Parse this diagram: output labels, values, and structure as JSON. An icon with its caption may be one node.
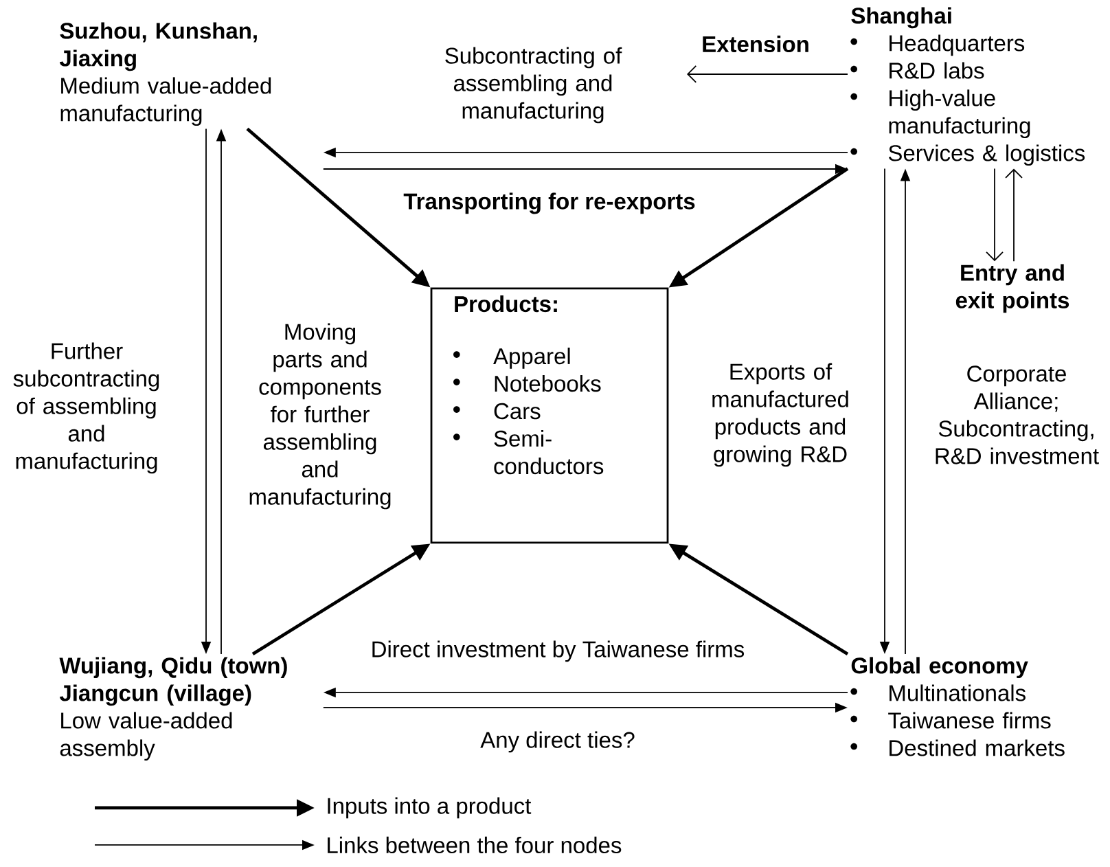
{
  "diagram": {
    "nodes": [
      {
        "text": [
          "Suzhou, Kunshan, Jiaxing",
          "Medium value-added manufacturing"
        ]
      },
      {
        "text": [
          "Shanghai",
          "Headquarters",
          "R&D labs",
          "High-value manufacturing",
          "Services & logistics"
        ]
      },
      {
        "text": [
          "Products:",
          "Apparel",
          "Notebooks",
          "Cars",
          "Semi-conductors"
        ]
      },
      {
        "text": [
          "Wujiang, Qidu (town) Jiangcun (village)",
          "Low value-added assembly"
        ]
      },
      {
        "text": [
          "Global economy",
          "Multinationals",
          "Taiwanese firms",
          "Destined markets"
        ]
      },
      {
        "text": [
          "Entry and exit points"
        ]
      }
    ],
    "edges": [
      {
        "from": 1,
        "to": 0,
        "arrow": "to",
        "label": "Subcontracting of assembling and manufacturing"
      },
      {
        "from": 0,
        "to": 1,
        "arrow": "to",
        "label": "Transporting for re-exports"
      },
      {
        "from": 0,
        "to": 2,
        "arrow": "to",
        "style": "thick"
      },
      {
        "from": 1,
        "to": 2,
        "arrow": "to",
        "style": "thick"
      },
      {
        "from": 3,
        "to": 2,
        "arrow": "to",
        "style": "thick"
      },
      {
        "from": 4,
        "to": 2,
        "arrow": "to",
        "style": "thick"
      },
      {
        "from": 0,
        "to": 3,
        "arrow": "to",
        "label": "Further subcontracting of assembling and manufacturing"
      },
      {
        "from": 3,
        "to": 0,
        "arrow": "to",
        "label": "Moving parts and components for further assembling and manufacturing"
      },
      {
        "from": 1,
        "to": 4,
        "arrow": "to",
        "label": "Exports of manufactured products and growing R&D"
      },
      {
        "from": 4,
        "to": 1,
        "arrow": "to",
        "label": "Corporate Alliance; Subcontracting, R&D investment"
      },
      {
        "from": 4,
        "to": 3,
        "arrow": "to",
        "label": "Direct investment by Taiwanese firms"
      },
      {
        "from": 3,
        "to": 4,
        "arrow": "to",
        "label": "Any direct ties?"
      },
      {
        "from": 1,
        "to": 5,
        "arrow": "to"
      },
      {
        "from": 5,
        "to": 1,
        "arrow": "to"
      },
      {
        "from": 1,
        "to": null,
        "arrow": "to",
        "label": "Extension"
      }
    ],
    "legend": [
      {
        "text": "Inputs into a product"
      },
      {
        "text": "Links between the four nodes"
      }
    ]
  }
}
